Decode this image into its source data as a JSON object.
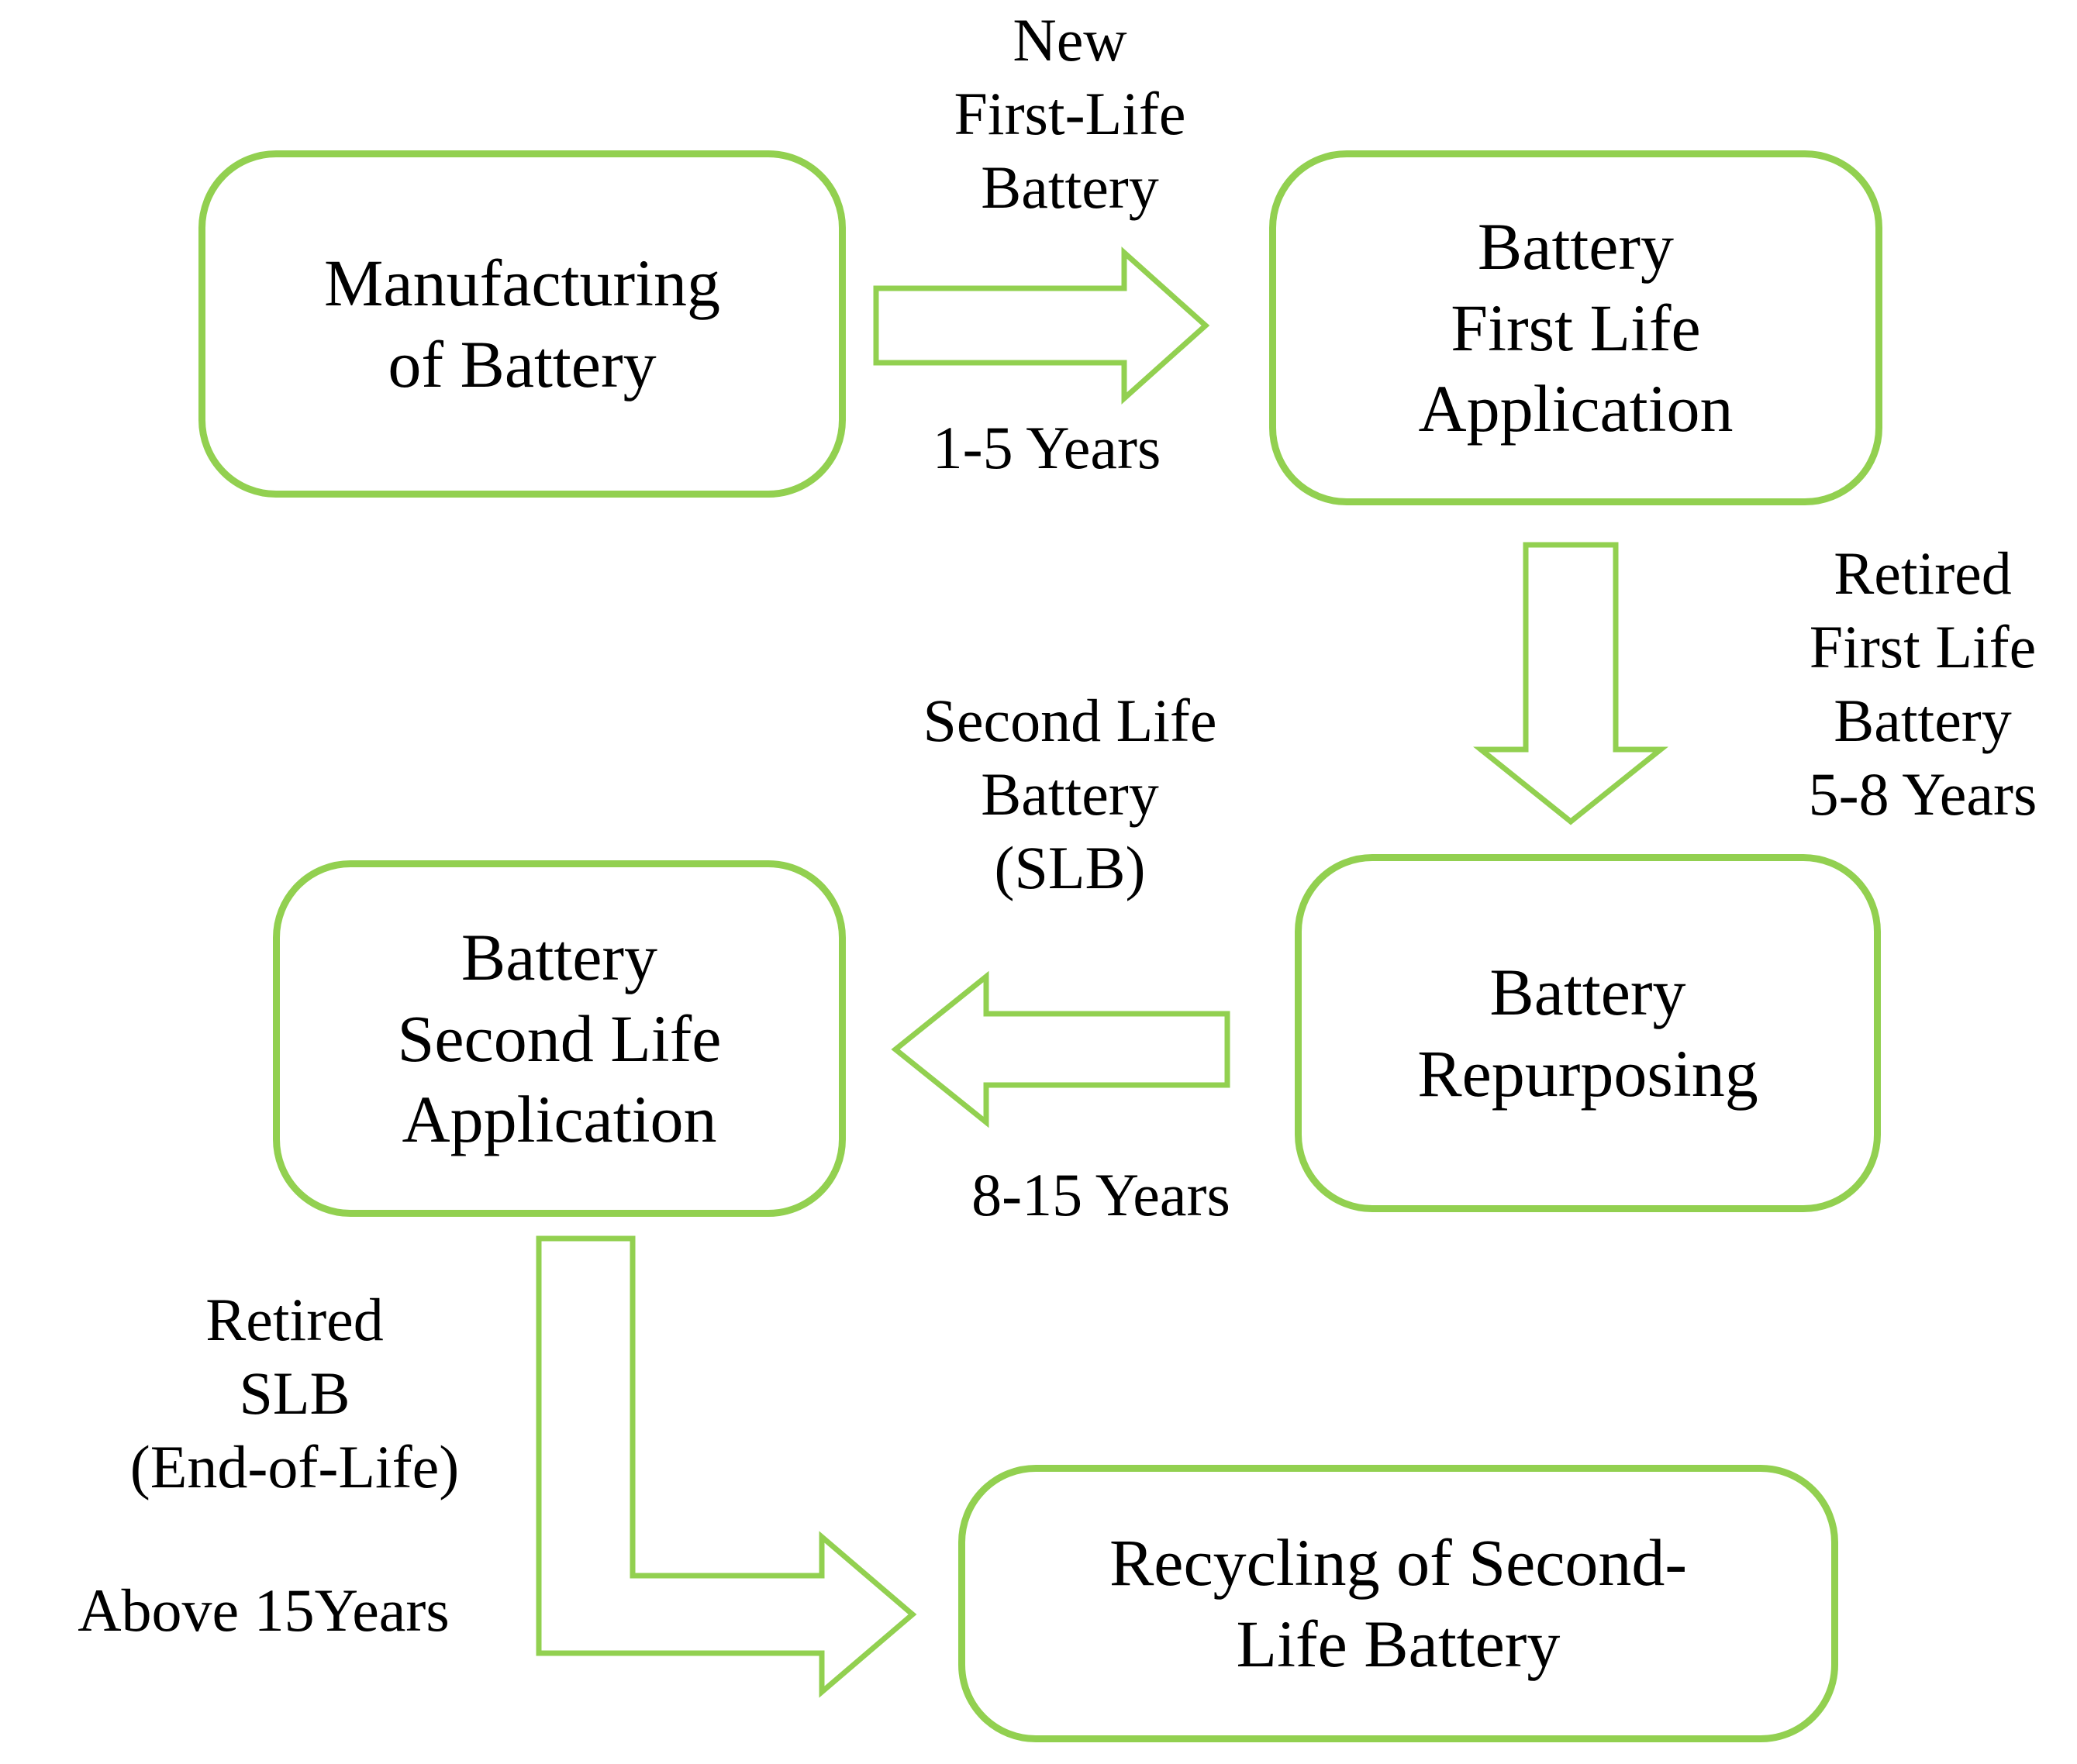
{
  "nodes": {
    "manufacturing": "Manufacturing\nof Battery",
    "first_life": "Battery\nFirst Life\nApplication",
    "repurposing": "Battery\nRepurposing",
    "second_life": "Battery\nSecond Life\nApplication",
    "recycling": "Recycling of Second-\nLife Battery"
  },
  "labels": {
    "new_first_life": "New\nFirst-Life\nBattery",
    "years_1_5": "1-5 Years",
    "retired_first_life": "Retired\nFirst Life\nBattery\n5-8 Years",
    "second_life_battery": "Second Life\nBattery\n(SLB)",
    "years_8_15": "8-15 Years",
    "retired_slb": "Retired\nSLB\n(End-of-Life)",
    "above_15": "Above 15Years"
  },
  "colors": {
    "border": "#92d050",
    "text": "#000000"
  }
}
